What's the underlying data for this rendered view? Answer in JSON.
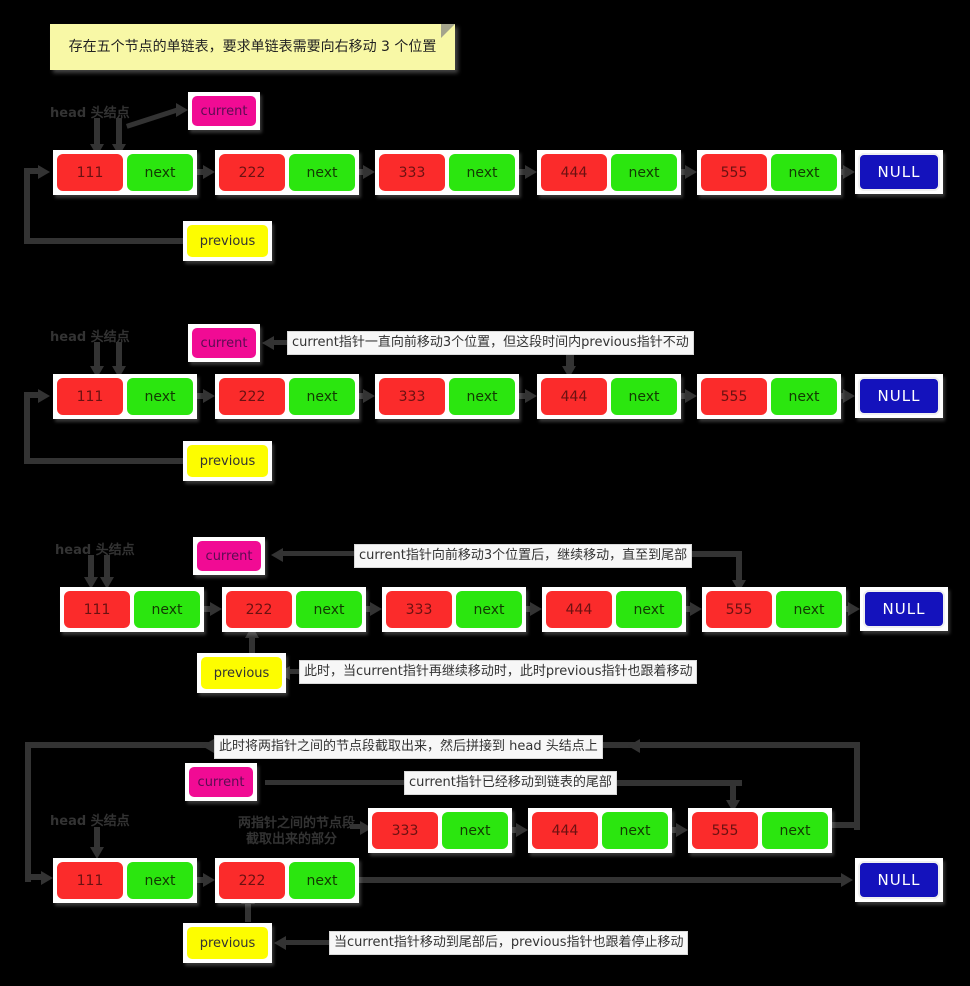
{
  "note": {
    "text": "存在五个节点的单链表，要求单链表需要向右移动 3 个位置"
  },
  "shared": {
    "head_label": "head 头结点",
    "current": "current",
    "previous": "previous",
    "next": "next",
    "null": "NULL"
  },
  "colors": {
    "background": "#000000",
    "node_red": "#fb2b2b",
    "node_green": "#2be60f",
    "current_magenta": "#f10b94",
    "previous_yellow": "#fdfd00",
    "null_blue": "#1412bc",
    "arrow_gray": "#333333",
    "note_yellow": "#f8f8a6",
    "card_white": "#ffffff"
  },
  "sections": [
    {
      "nodes": [
        "111",
        "222",
        "333",
        "444",
        "555"
      ]
    },
    {
      "nodes": [
        "111",
        "222",
        "333",
        "444",
        "555"
      ],
      "annotation": "current指针一直向前移动3个位置，但这段时间内previous指针不动"
    },
    {
      "nodes": [
        "111",
        "222",
        "333",
        "444",
        "555"
      ],
      "annotation_top": "current指针向前移动3个位置后，继续移动，直至到尾部",
      "annotation_bottom": "此时，当current指针再继续移动时，此时previous指针也跟着移动"
    },
    {
      "upper_nodes": [
        "333",
        "444",
        "555"
      ],
      "lower_nodes": [
        "111",
        "222"
      ],
      "annotation_top": "此时将两指针之间的节点段截取出来，然后拼接到 head 头结点上",
      "annotation_mid": "current指针已经移动到链表的尾部",
      "annotation_bottom": "当current指针移动到尾部后，previous指针也跟着停止移动",
      "segment_label_line1": "两指针之间的节点段",
      "segment_label_line2": "截取出来的部分"
    }
  ]
}
